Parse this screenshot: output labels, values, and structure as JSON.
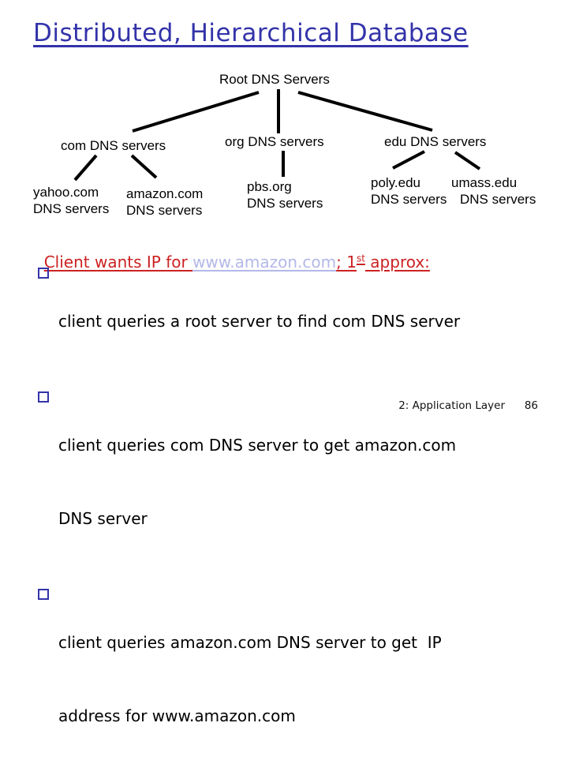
{
  "slide": {
    "title": "Distributed, Hierarchical Database",
    "footer": {
      "section": "2: Application Layer",
      "page": "86"
    }
  },
  "colors": {
    "title_blue": "#3333aa",
    "accent_red": "#cc2222",
    "highlight_lavender": "#b3b8e8",
    "diagram_black": "#000000"
  },
  "tree": {
    "root": "Root DNS Servers",
    "level1": [
      {
        "label": "com DNS servers"
      },
      {
        "label": "org DNS servers"
      },
      {
        "label": "edu DNS servers"
      }
    ],
    "leaves": [
      {
        "line1": "yahoo.com",
        "line2": "DNS servers"
      },
      {
        "line1": "amazon.com",
        "line2": "DNS servers"
      },
      {
        "line1": "pbs.org",
        "line2": "DNS servers"
      },
      {
        "line1": "poly.edu",
        "line2": "DNS servers"
      },
      {
        "line1": "umass.edu",
        "line2": "DNS servers"
      }
    ]
  },
  "statement": {
    "prefix": "Client wants IP for ",
    "highlight": "www.amazon.com",
    "mid": "; 1",
    "sup": "st",
    "suffix": " approx:"
  },
  "bullets": [
    {
      "lines": [
        "client queries a root server to find com DNS server"
      ]
    },
    {
      "lines": [
        "client queries com DNS server to get amazon.com",
        "DNS server"
      ]
    },
    {
      "lines": [
        "client queries amazon.com DNS server to get  IP",
        "address for www.amazon.com"
      ]
    }
  ]
}
